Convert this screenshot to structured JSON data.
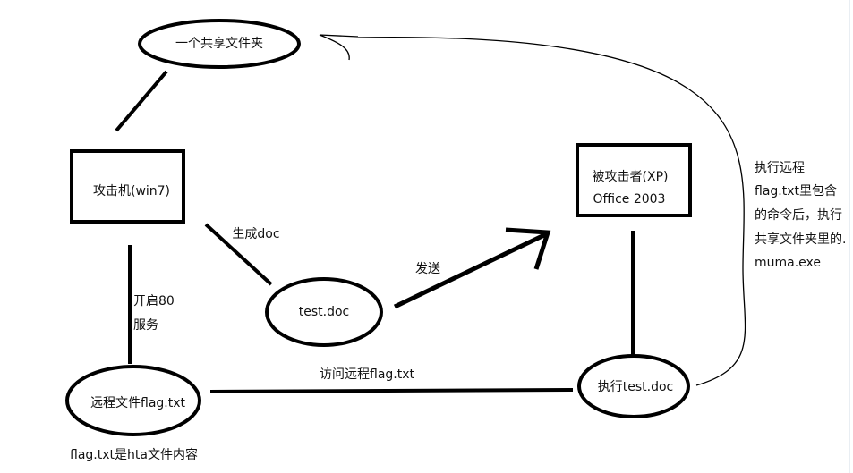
{
  "nodes": {
    "share_folder": "一个共享文件夹",
    "attacker": "攻击机(win7)",
    "victim_line1": "被攻击者(XP)",
    "victim_line2": "Office 2003",
    "test_doc": "test.doc",
    "remote_flag": "远程文件flag.txt",
    "exec_test": "执行test.doc"
  },
  "edge_labels": {
    "generate_doc": "生成doc",
    "send": "发送",
    "open_port_line1": "开启80",
    "open_port_line2": "服务",
    "visit_remote": "访问远程flag.txt"
  },
  "notes": {
    "execute_remote": [
      "执行远程",
      "flag.txt里包含",
      "的命令后，执行",
      "共享文件夹里的.",
      "muma.exe"
    ],
    "flag_content": "flag.txt是hta文件内容"
  }
}
